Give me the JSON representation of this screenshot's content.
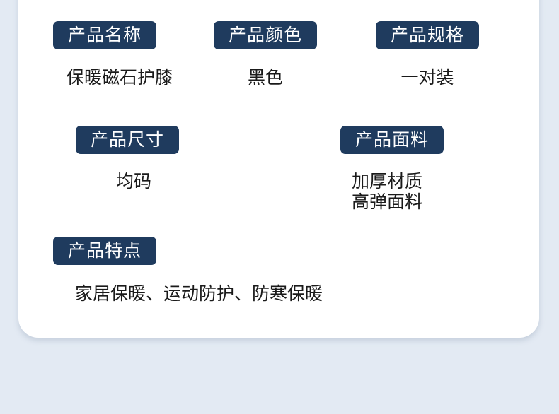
{
  "spec": {
    "name": {
      "label": "产品名称",
      "value": "保暖磁石护膝"
    },
    "color": {
      "label": "产品颜色",
      "value": "黑色"
    },
    "specification": {
      "label": "产品规格",
      "value": "一对装"
    },
    "size": {
      "label": "产品尺寸",
      "value": "均码"
    },
    "material": {
      "label": "产品面料",
      "value_lines": [
        "加厚材质",
        "高弹面料"
      ]
    },
    "features": {
      "label": "产品特点",
      "value": "家居保暖、运动防护、防寒保暖"
    }
  }
}
